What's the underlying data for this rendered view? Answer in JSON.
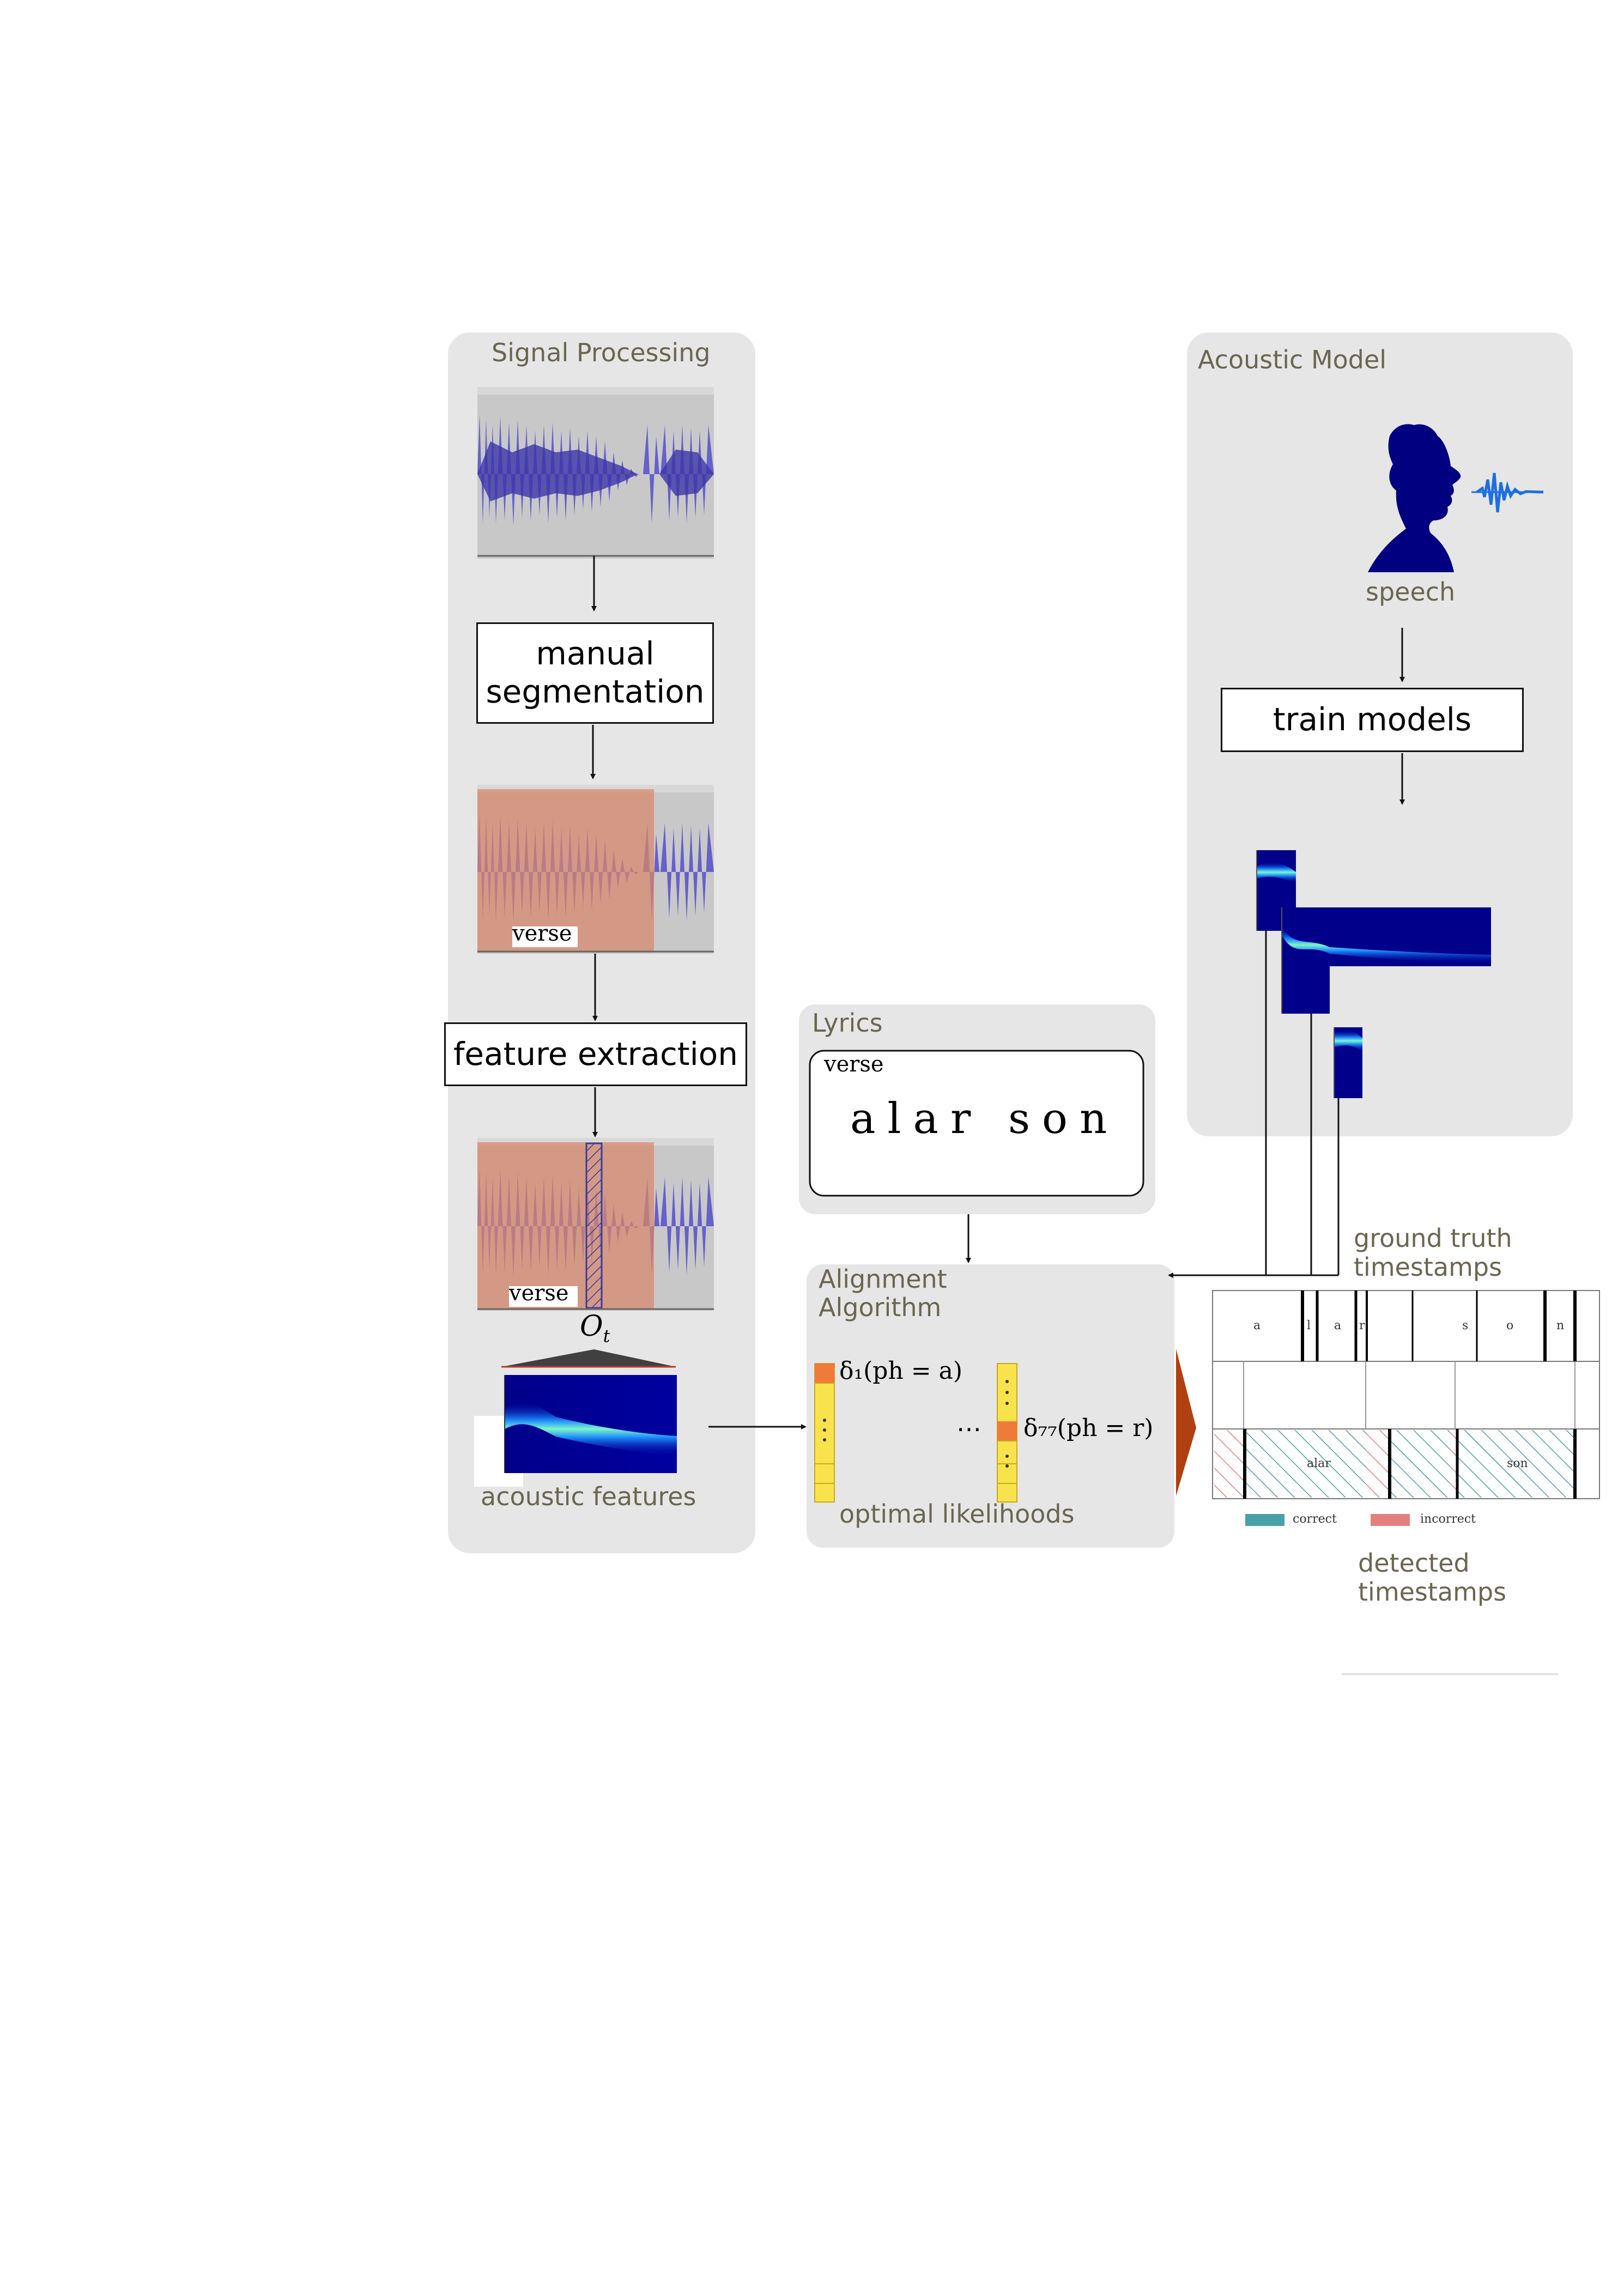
{
  "signal_processing": {
    "title": "Signal Processing",
    "step_segmentation": "manual\nsegmentation",
    "step_features": "feature extraction",
    "segment_label_1": "verse",
    "segment_label_2": "verse",
    "observation_label": "O",
    "observation_subscript": "t",
    "features_caption": "acoustic features"
  },
  "acoustic_model": {
    "title": "Acoustic Model",
    "speech_caption": "speech",
    "step_train": "train models"
  },
  "lyrics": {
    "title": "Lyrics",
    "section_label": "verse",
    "text": "alar son"
  },
  "alignment": {
    "title": "Alignment\nAlgorithm",
    "first_likelihood": "δ₁(ph = a)",
    "last_likelihood": "δ₇₇(ph = r)",
    "ellipsis": "⋯",
    "caption": "optimal likelihoods"
  },
  "output": {
    "ground_truth_label": "ground truth\ntimestamps",
    "detected_label": "detected\ntimestamps",
    "phonemes": [
      "a",
      "l",
      "a",
      "r",
      "s",
      "o",
      "n"
    ],
    "words": [
      "alar",
      "son"
    ],
    "legend_correct": "correct",
    "legend_incorrect": "incorrect"
  },
  "colors": {
    "panel": "#e6e6e6",
    "waveform": "#5a54cc",
    "segment": "#d9876b",
    "correct": "#4aa0a8",
    "incorrect": "#e57f7f",
    "likelihood_cell": "#f9e34d",
    "likelihood_max": "#f07a3a",
    "head": "#000080"
  }
}
